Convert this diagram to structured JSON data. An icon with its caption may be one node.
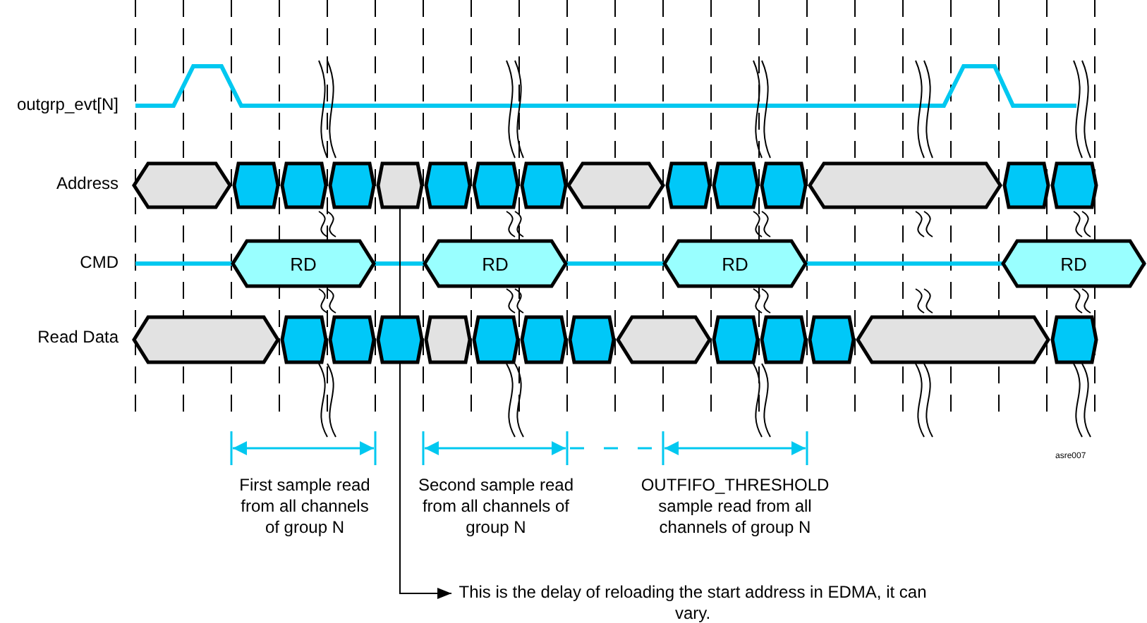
{
  "diagram": {
    "nodes": [
      {
        "text": [],
        "shape": "hexagon"
      },
      {
        "text": [],
        "shape": "hexagon"
      },
      {
        "text": [],
        "shape": "hexagon"
      },
      {
        "text": [],
        "shape": "hexagon"
      },
      {
        "text": [],
        "shape": "hexagon"
      },
      {
        "text": [],
        "shape": "hexagon"
      },
      {
        "text": [],
        "shape": "hexagon"
      },
      {
        "text": [],
        "shape": "hexagon"
      },
      {
        "text": [],
        "shape": "hexagon"
      },
      {
        "text": [],
        "shape": "hexagon"
      },
      {
        "text": [],
        "shape": "hexagon"
      },
      {
        "text": [],
        "shape": "hexagon"
      },
      {
        "text": [],
        "shape": "hexagon"
      },
      {
        "text": [],
        "shape": "hexagon"
      },
      {
        "text": [],
        "shape": "hexagon"
      },
      {
        "text": [
          "RD"
        ]
      },
      {
        "text": [
          "RD"
        ]
      },
      {
        "text": [
          "RD"
        ]
      },
      {
        "text": [
          "RD"
        ]
      },
      {
        "text": [],
        "shape": "hexagon"
      },
      {
        "text": [],
        "shape": "hexagon"
      },
      {
        "text": [],
        "shape": "hexagon"
      },
      {
        "text": [],
        "shape": "hexagon"
      },
      {
        "text": [],
        "shape": "hexagon"
      },
      {
        "text": [],
        "shape": "hexagon"
      },
      {
        "text": [],
        "shape": "hexagon"
      },
      {
        "text": [],
        "shape": "hexagon"
      },
      {
        "text": [],
        "shape": "hexagon"
      },
      {
        "text": [],
        "shape": "hexagon"
      },
      {
        "text": [],
        "shape": "hexagon"
      },
      {
        "text": [],
        "shape": "hexagon"
      },
      {
        "text": [],
        "shape": "hexagon"
      },
      {
        "text": [],
        "shape": "hexagon"
      },
      {
        "text": [
          "This is the delay of reloading the start address in EDMA, it can vary."
        ]
      }
    ],
    "edges": [
      {
        "from": 4,
        "to": 33,
        "arrow": "to"
      }
    ],
    "labels": [
      "outgrp_evt[N]",
      "Address",
      "CMD",
      "Read Data",
      "First sample read from all channels of group N",
      "Second sample read from all channels of group N",
      "OUTFIFO_THRESHOLD sample read from all channels of group N",
      "asre007"
    ]
  }
}
